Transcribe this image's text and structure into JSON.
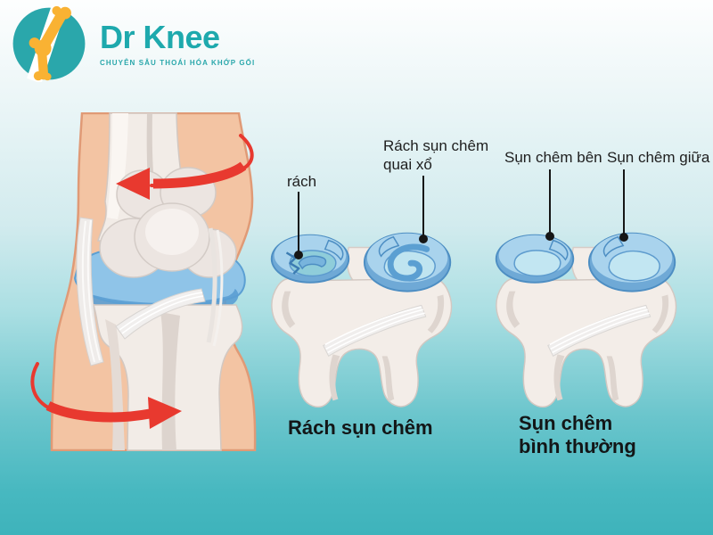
{
  "logo": {
    "brand": "Dr Knee",
    "tagline": "CHUYÊN SÂU THOÁI HÓA KHỚP GỐI"
  },
  "annotations": {
    "tear_label": "rách",
    "bucket_handle_line1": "Rách sụn chêm",
    "bucket_handle_line2": "quai xổ",
    "lateral_meniscus_label": "Sụn chêm bên",
    "medial_meniscus_label": "Sụn chêm giữa"
  },
  "captions": {
    "torn": "Rách sụn chêm",
    "normal_line1": "Sụn chêm",
    "normal_line2": "bình thường"
  },
  "icons": {
    "logo_icon": "knee-joint-logo-icon",
    "top_arrow": "rotation-arrow-left-icon",
    "bottom_arrow": "rotation-arrow-right-icon"
  },
  "colors": {
    "brand_teal": "#1ea9ad",
    "logo_orange": "#f9b233",
    "arrow_red": "#e8392f",
    "meniscus_blue": "#6fa9d6",
    "meniscus_top": "#a9d3ed",
    "meniscus_inner": "#c2e6f2",
    "torn_inner_teal": "#8fcdda",
    "skin": "#f3c4a3",
    "bone": "#f2ece7",
    "background_bottom": "#3eb3bb",
    "label_text": "#1e1e1e"
  }
}
